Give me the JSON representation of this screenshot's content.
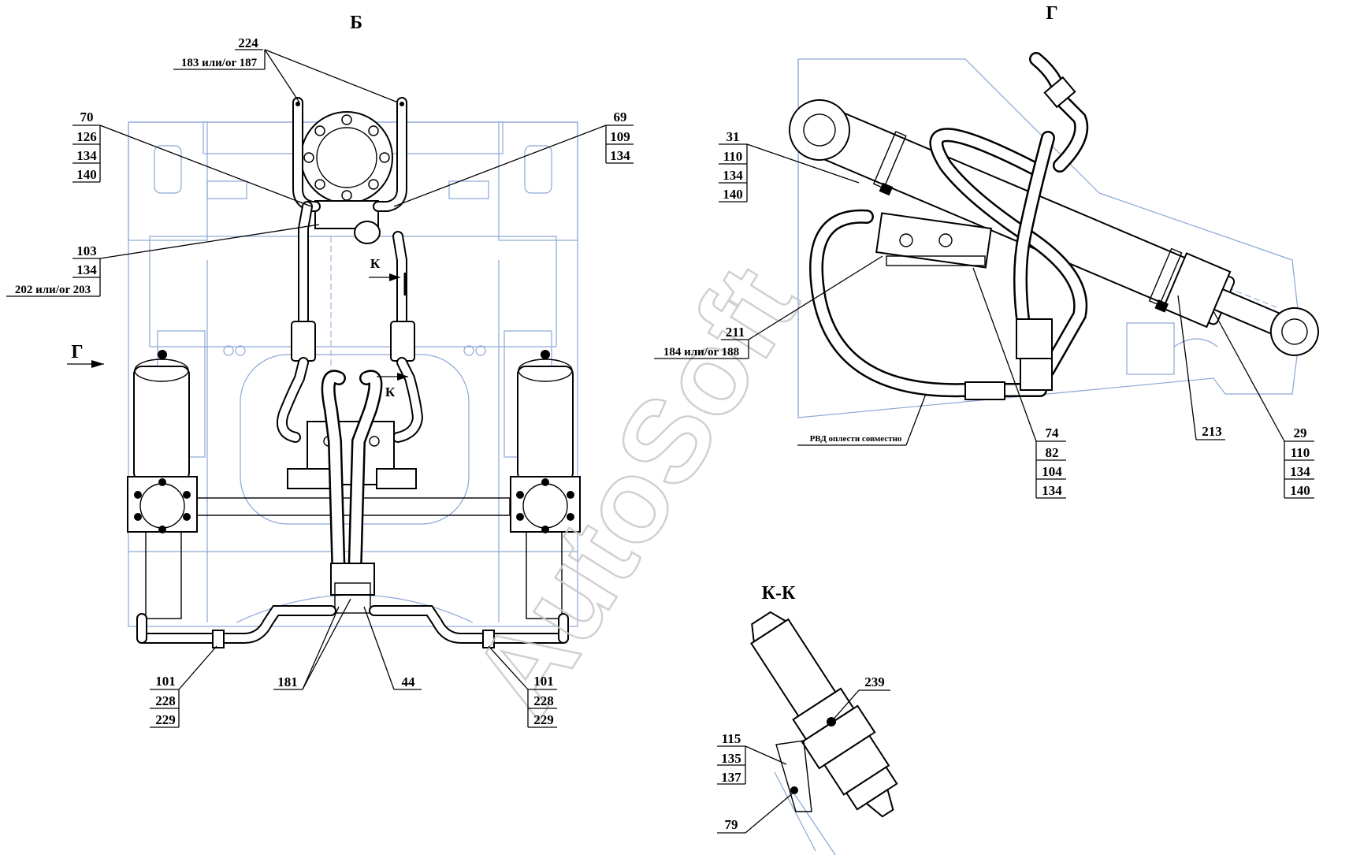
{
  "views": {
    "b": "Б",
    "g": "Г",
    "kk": "К-К"
  },
  "arrows": {
    "g": "Г",
    "k1": "К",
    "k2": "К"
  },
  "callouts": {
    "c224": [
      "224",
      "183 или/or 187"
    ],
    "c70": [
      "70",
      "126",
      "134",
      "140"
    ],
    "c69": [
      "69",
      "109",
      "134"
    ],
    "c103": [
      "103",
      "134",
      "202 или/or 203"
    ],
    "c101l": [
      "101",
      "228",
      "229"
    ],
    "c181": [
      "181"
    ],
    "c44": [
      "44"
    ],
    "c101r": [
      "101",
      "228",
      "229"
    ],
    "c31": [
      "31",
      "110",
      "134",
      "140"
    ],
    "c211": [
      "211",
      "184 или/or 188"
    ],
    "c74": [
      "74",
      "82",
      "104",
      "134"
    ],
    "c213": [
      "213"
    ],
    "c29": [
      "29",
      "110",
      "134",
      "140"
    ],
    "c239": [
      "239"
    ],
    "c115": [
      "115",
      "135",
      "137"
    ],
    "c79": [
      "79"
    ]
  },
  "note": "РВД оплести совместно",
  "watermark": "AutoSoft"
}
